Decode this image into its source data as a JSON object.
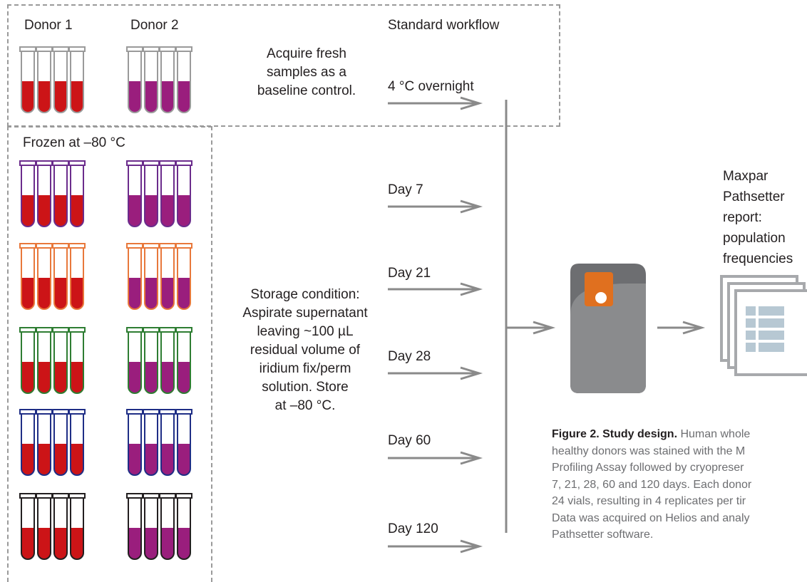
{
  "top_section": {
    "donor1_label": "Donor 1",
    "donor2_label": "Donor 2",
    "workflow_label": "Standard workflow",
    "baseline_text": [
      "Acquire fresh",
      "samples as a",
      "baseline control."
    ],
    "overnight_label": "4 °C overnight"
  },
  "frozen_section": {
    "label": "Frozen at –80 °C",
    "storage_text": [
      "Storage condition:",
      "Aspirate supernatant",
      "leaving ~100 µL",
      "residual volume of",
      "iridium fix/perm",
      "solution. Store",
      "at –80 °C."
    ],
    "timepoints": [
      "Day 7",
      "Day 21",
      "Day 28",
      "Day 60",
      "Day 120"
    ]
  },
  "tube_rows": [
    {
      "outline": "#9a9a9a",
      "donor1_fill": "#cc1417",
      "donor2_fill": "#9a1e7d"
    },
    {
      "outline": "#6b2c8c",
      "donor1_fill": "#cc1417",
      "donor2_fill": "#9a1e7d"
    },
    {
      "outline": "#e8783b",
      "donor1_fill": "#cc1417",
      "donor2_fill": "#9a1e7d"
    },
    {
      "outline": "#2e7d32",
      "donor1_fill": "#cc1417",
      "donor2_fill": "#9a1e7d"
    },
    {
      "outline": "#1f2e86",
      "donor1_fill": "#cc1417",
      "donor2_fill": "#9a1e7d"
    },
    {
      "outline": "#231f20",
      "donor1_fill": "#cc1417",
      "donor2_fill": "#9a1e7d"
    }
  ],
  "report": {
    "label": [
      "Maxpar",
      "Pathsetter",
      "report:",
      "population",
      "frequencies"
    ]
  },
  "instrument": {
    "accent": "#e0701f",
    "body": "#6d6e71"
  },
  "caption": {
    "title": "Figure 2. Study design.",
    "lines": [
      " Human whole",
      "healthy donors was stained with the M",
      "Profiling Assay followed by cryopreser",
      "7, 21, 28, 60 and 120 days. Each donor",
      "24 vials, resulting in 4 replicates per tir",
      "Data was acquired on Helios and analy",
      "Pathsetter software."
    ]
  },
  "colors": {
    "arrow": "#8a8a8a",
    "dashed_border": "#9a9a9a",
    "report_fill": "#b7c8d3"
  }
}
